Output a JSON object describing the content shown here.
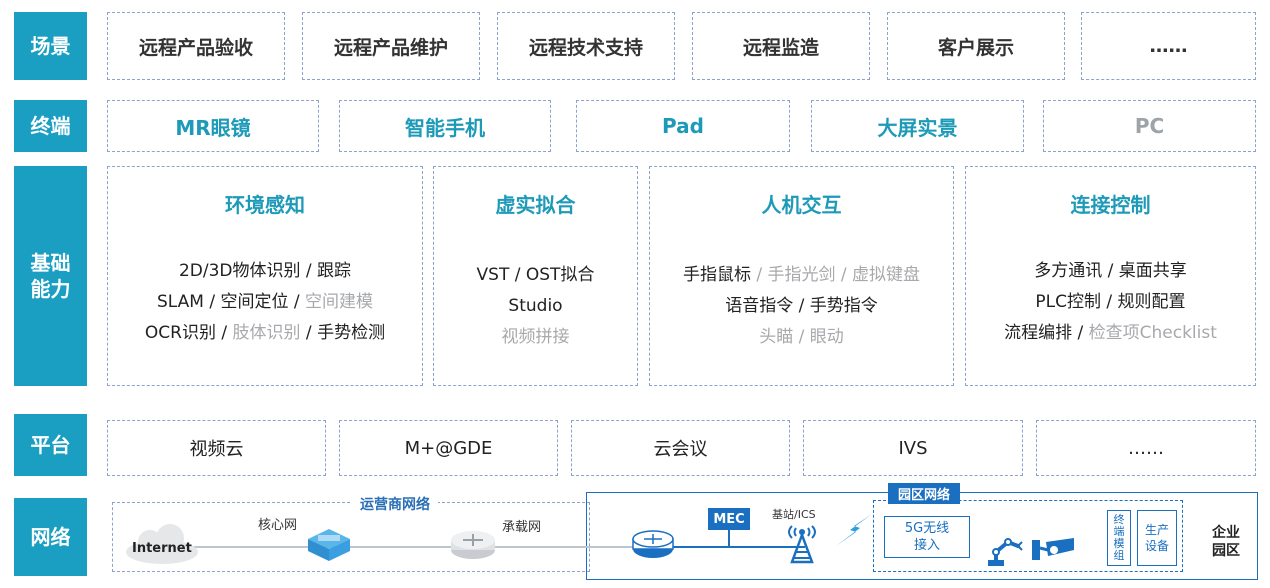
{
  "labels": {
    "scene": "场景",
    "terminal": "终端",
    "capability_line1": "基础",
    "capability_line2": "能力",
    "platform": "平台",
    "network": "网络"
  },
  "scenes": [
    "远程产品验收",
    "远程产品维护",
    "远程技术支持",
    "远程监造",
    "客户展示",
    "……"
  ],
  "terminals": [
    "MR眼镜",
    "智能手机",
    "Pad",
    "大屏实景",
    "PC"
  ],
  "capabilities": [
    {
      "title": "环境感知",
      "lines": [
        [
          {
            "t": "2D/3D物体识别 / 跟踪",
            "gray": false
          }
        ],
        [
          {
            "t": "SLAM / 空间定位 / ",
            "gray": false
          },
          {
            "t": "空间建模",
            "gray": true
          }
        ],
        [
          {
            "t": "OCR识别 / ",
            "gray": false
          },
          {
            "t": "肢体识别",
            "gray": true
          },
          {
            "t": " / 手势检测",
            "gray": false
          }
        ]
      ]
    },
    {
      "title": "虚实拟合",
      "lines": [
        [
          {
            "t": "VST / OST拟合",
            "gray": false
          }
        ],
        [
          {
            "t": "Studio",
            "gray": false
          }
        ],
        [
          {
            "t": "视频拼接",
            "gray": true
          }
        ]
      ]
    },
    {
      "title": "人机交互",
      "lines": [
        [
          {
            "t": "手指鼠标",
            "gray": false
          },
          {
            "t": " / 手指光剑 / 虚拟键盘",
            "gray": true
          }
        ],
        [
          {
            "t": "语音指令 / 手势指令",
            "gray": false
          }
        ],
        [
          {
            "t": "头瞄 / 眼动",
            "gray": true
          }
        ]
      ]
    },
    {
      "title": "连接控制",
      "lines": [
        [
          {
            "t": "多方通讯 / 桌面共享",
            "gray": false
          }
        ],
        [
          {
            "t": "PLC控制 / 规则配置",
            "gray": false
          }
        ],
        [
          {
            "t": "流程编排 / ",
            "gray": false
          },
          {
            "t": "检查项Checklist",
            "gray": true
          }
        ]
      ]
    }
  ],
  "platforms": [
    "视频云",
    "M+@GDE",
    "云会议",
    "IVS",
    "……"
  ],
  "network": {
    "operator_label": "运营商网络",
    "internet": "Internet",
    "core": "核心网",
    "bearer": "承载网",
    "mec": "MEC",
    "base_station": "基站/ICS",
    "park_label": "园区网络",
    "access_line1": "5G无线",
    "access_line2": "接入",
    "terminal_module_chars": [
      "终",
      "端",
      "模",
      "组"
    ],
    "production_line1": "生产",
    "production_line2": "设备",
    "enterprise_line1": "企业",
    "enterprise_line2": "园区"
  },
  "colors": {
    "label_bg": "#1a9fc2",
    "accent_text": "#1e9ab9",
    "dashed_border": "#8aa3cf",
    "gray_text": "#a7a9ac",
    "network_blue": "#1a6fc0"
  }
}
